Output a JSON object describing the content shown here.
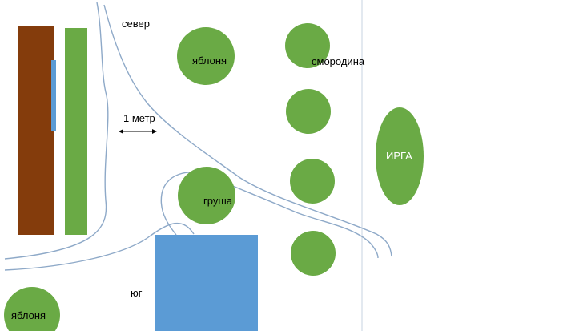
{
  "labels": {
    "north": "север",
    "south": "юг",
    "scale": "1 метр"
  },
  "trees": {
    "apple_top": "яблоня",
    "currant": "смородина",
    "pear": "груша",
    "irga": "ИРГА",
    "apple_bottom": "яблоня"
  },
  "colors": {
    "tree_green": "#6aaa45",
    "bed_green": "#6aaa45",
    "brown_structure": "#843c0c",
    "blue_strip": "#5b9bd5",
    "blue_square": "#5b9bd5",
    "path_stroke": "#8ea9c8",
    "fence_stroke": "#c7d3e2"
  }
}
